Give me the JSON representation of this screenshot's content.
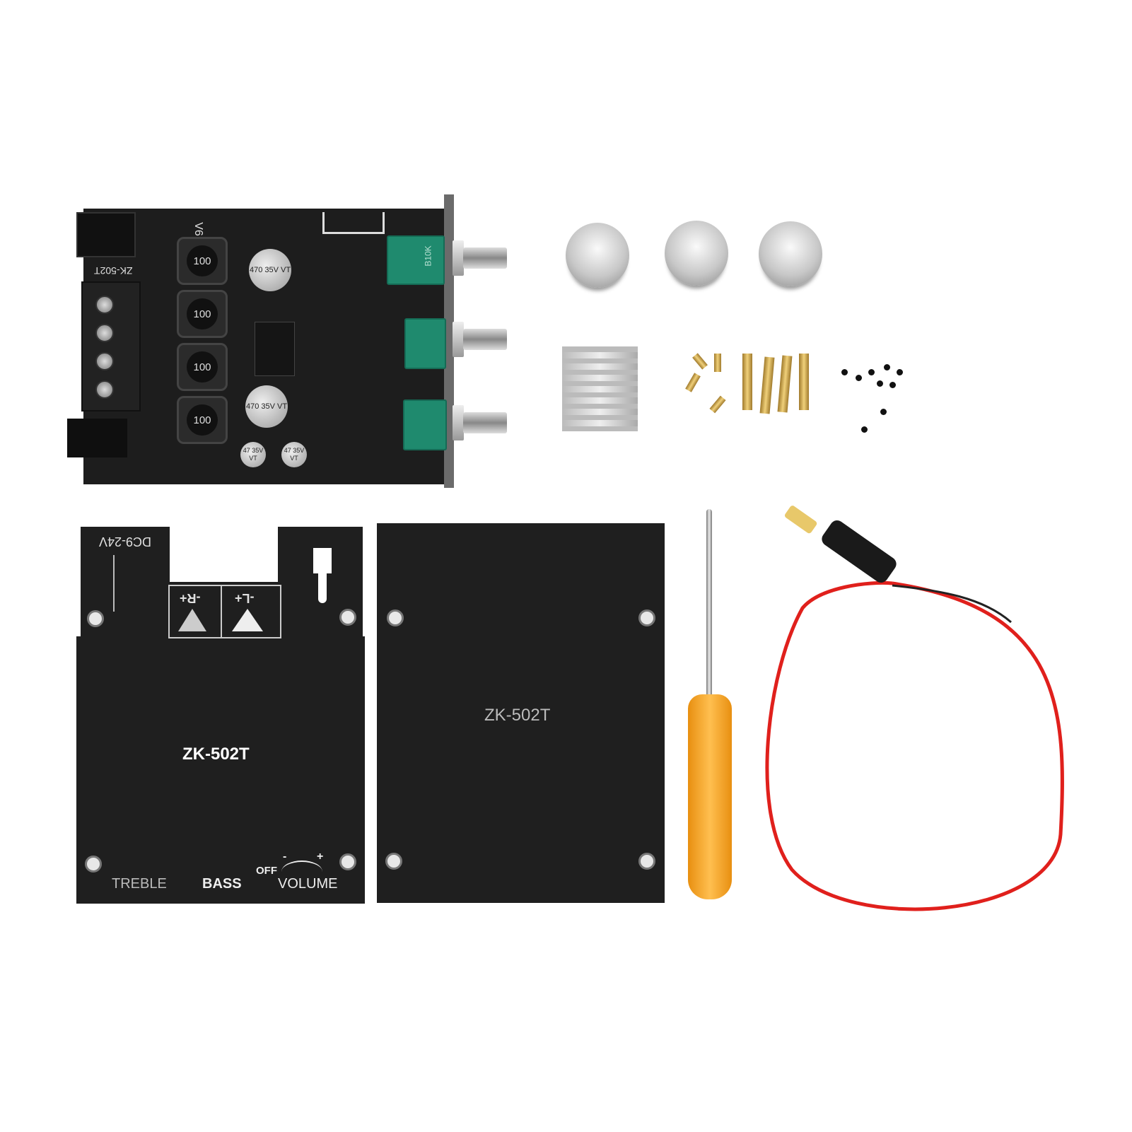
{
  "board": {
    "model_label": "ZK-502T",
    "version_label": "V6",
    "inductor_label": "100",
    "capacitor_large_label": "470 35V VT",
    "capacitor_small_label": "47 35V VT",
    "pot_label": "B10K"
  },
  "panel_front": {
    "model_label": "ZK-502T",
    "power_label": "DC9-24V",
    "right_speaker_label": "-R+",
    "left_speaker_label": "-L+",
    "treble_label": "TREBLE",
    "bass_label": "BASS",
    "volume_label": "VOLUME",
    "off_label": "OFF",
    "minus_label": "-",
    "plus_label": "+"
  },
  "panel_back": {
    "model_label": "ZK-502T"
  },
  "colors": {
    "pcb": "#1d1d1d",
    "potentiometer": "#1f8a6e",
    "screwdriver_handle": "#f5a623",
    "cable_red": "#e0201c",
    "brass": "#d4b060"
  }
}
